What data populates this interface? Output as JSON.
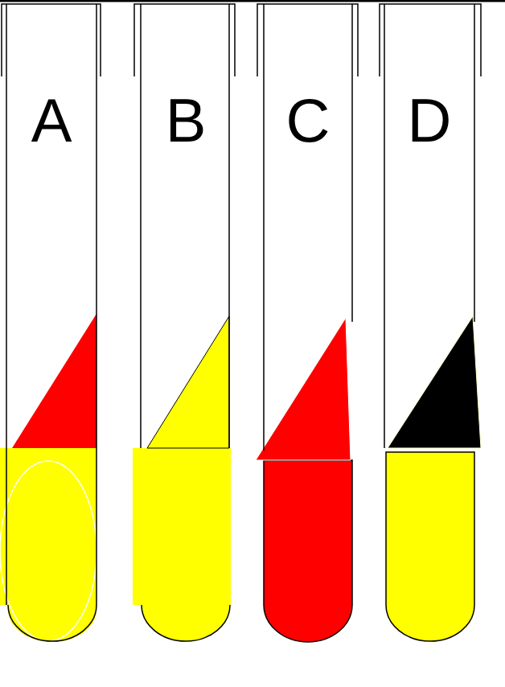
{
  "diagram": {
    "nodes": [
      {
        "text": [
          "A"
        ]
      },
      {
        "text": [
          "B"
        ]
      },
      {
        "text": [
          "C"
        ]
      },
      {
        "text": [
          "D"
        ]
      }
    ],
    "edges": []
  }
}
